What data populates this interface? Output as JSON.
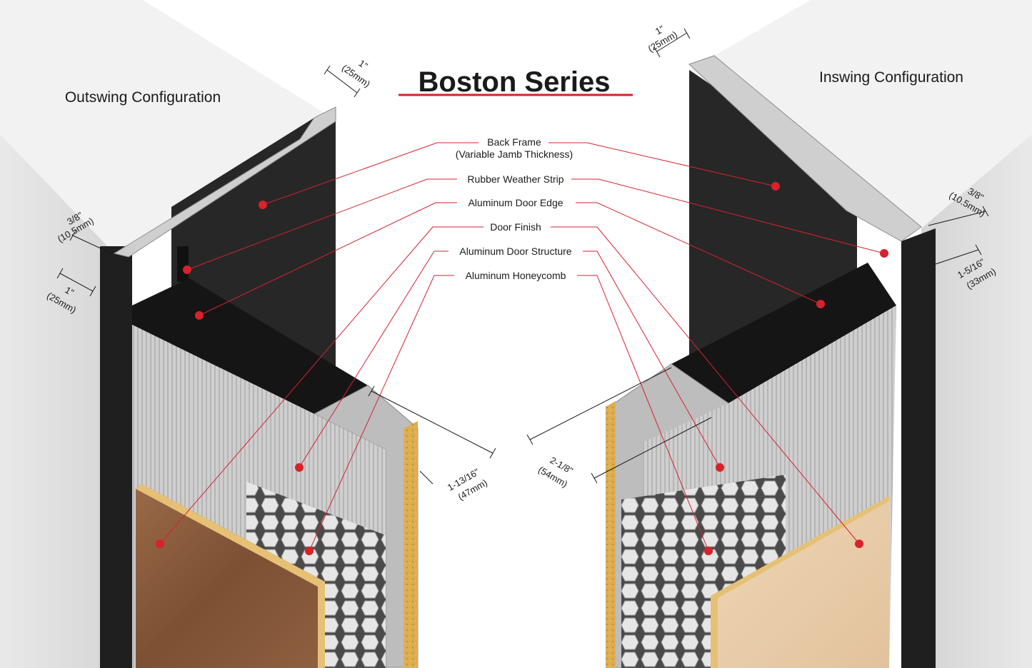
{
  "title": "Boston Series",
  "configurations": {
    "outswing": "Outswing Configuration",
    "inswing": "Inswing Configuration"
  },
  "labels": [
    {
      "line1": "Back Frame",
      "line2": "(Variable Jamb Thickness)"
    },
    {
      "line1": "Rubber Weather Strip"
    },
    {
      "line1": "Aluminum Door Edge"
    },
    {
      "line1": "Door Finish"
    },
    {
      "line1": "Aluminum Door Structure"
    },
    {
      "line1": "Aluminum Honeycomb"
    }
  ],
  "dimensions": {
    "left_top": {
      "a": "1\"",
      "b": "(25mm)"
    },
    "left_reveal": {
      "a": "3/8\"",
      "b": "(10.5mm)"
    },
    "left_frame": {
      "a": "1\"",
      "b": "(25mm)"
    },
    "left_door": {
      "a": "1-13/16\"",
      "b": "(47mm)"
    },
    "right_top": {
      "a": "1\"",
      "b": "(25mm)"
    },
    "right_reveal": {
      "a": "3/8\"",
      "b": "(10.5mm)"
    },
    "right_frame": {
      "a": "1-5/16\"",
      "b": "(33mm)"
    },
    "right_door": {
      "a": "2-1/8\"",
      "b": "(54mm)"
    }
  },
  "colors": {
    "accent": "#d7222b",
    "frame": "#262626",
    "wall": "#e6e6e6",
    "wood_dark": "#8a5a3a",
    "wood_light": "#e9cda8",
    "core": "#d9a94a"
  }
}
